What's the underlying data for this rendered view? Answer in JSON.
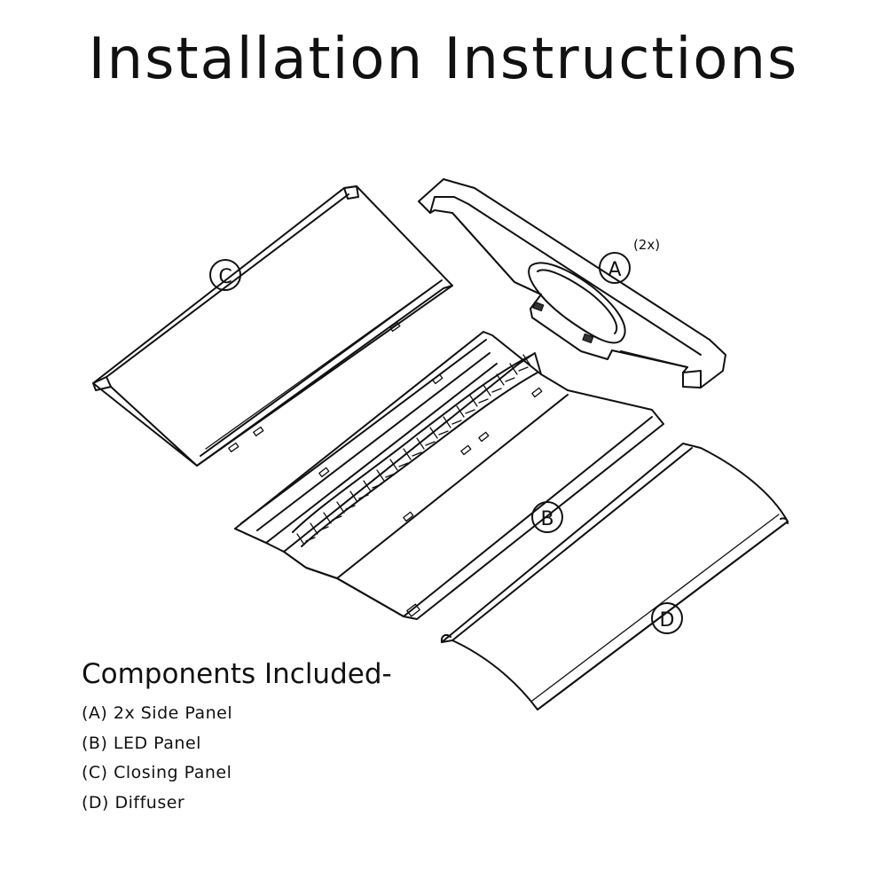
{
  "title": "Installation Instructions",
  "labels": {
    "A": "A",
    "A_qty": "(2x)",
    "B": "B",
    "C": "C",
    "D": "D"
  },
  "components": {
    "heading": "Components Included-",
    "items": [
      "(A) 2x Side Panel",
      "(B) LED Panel",
      "(C) Closing Panel",
      "(D) Diffuser"
    ]
  }
}
